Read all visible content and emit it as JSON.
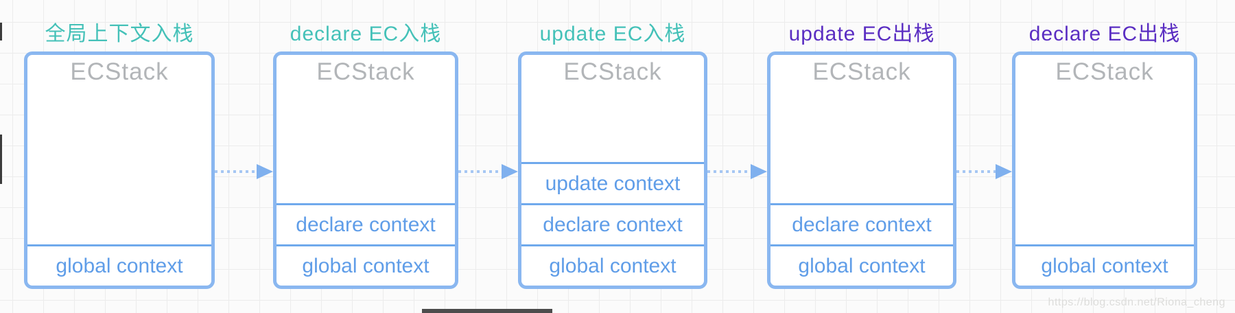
{
  "colors": {
    "teal": "#44c1b8",
    "purple": "#5a2dc2",
    "box_border": "#8ab7f0",
    "inner_line": "#6fa9ec",
    "cell_text": "#5f9de8",
    "stack_label_gray": "#b2b5b8",
    "arrow_blue": "#7fb0ee",
    "arrow_dots": "#a6c7f3"
  },
  "panels": [
    {
      "title": "全局上下文入栈",
      "title_color": "teal",
      "stack_label": "ECStack",
      "rows": [
        "global context"
      ]
    },
    {
      "title": "declare EC入栈",
      "title_color": "teal",
      "stack_label": "ECStack",
      "rows": [
        "declare context",
        "global context"
      ]
    },
    {
      "title": "update EC入栈",
      "title_color": "teal",
      "stack_label": "ECStack",
      "rows": [
        "update context",
        "declare context",
        "global context"
      ]
    },
    {
      "title": "update EC出栈",
      "title_color": "purple",
      "stack_label": "ECStack",
      "rows": [
        "declare context",
        "global context"
      ]
    },
    {
      "title": "declare EC出栈",
      "title_color": "purple",
      "stack_label": "ECStack",
      "rows": [
        "global context"
      ]
    }
  ],
  "watermark": "https://blog.csdn.net/Riona_cheng"
}
